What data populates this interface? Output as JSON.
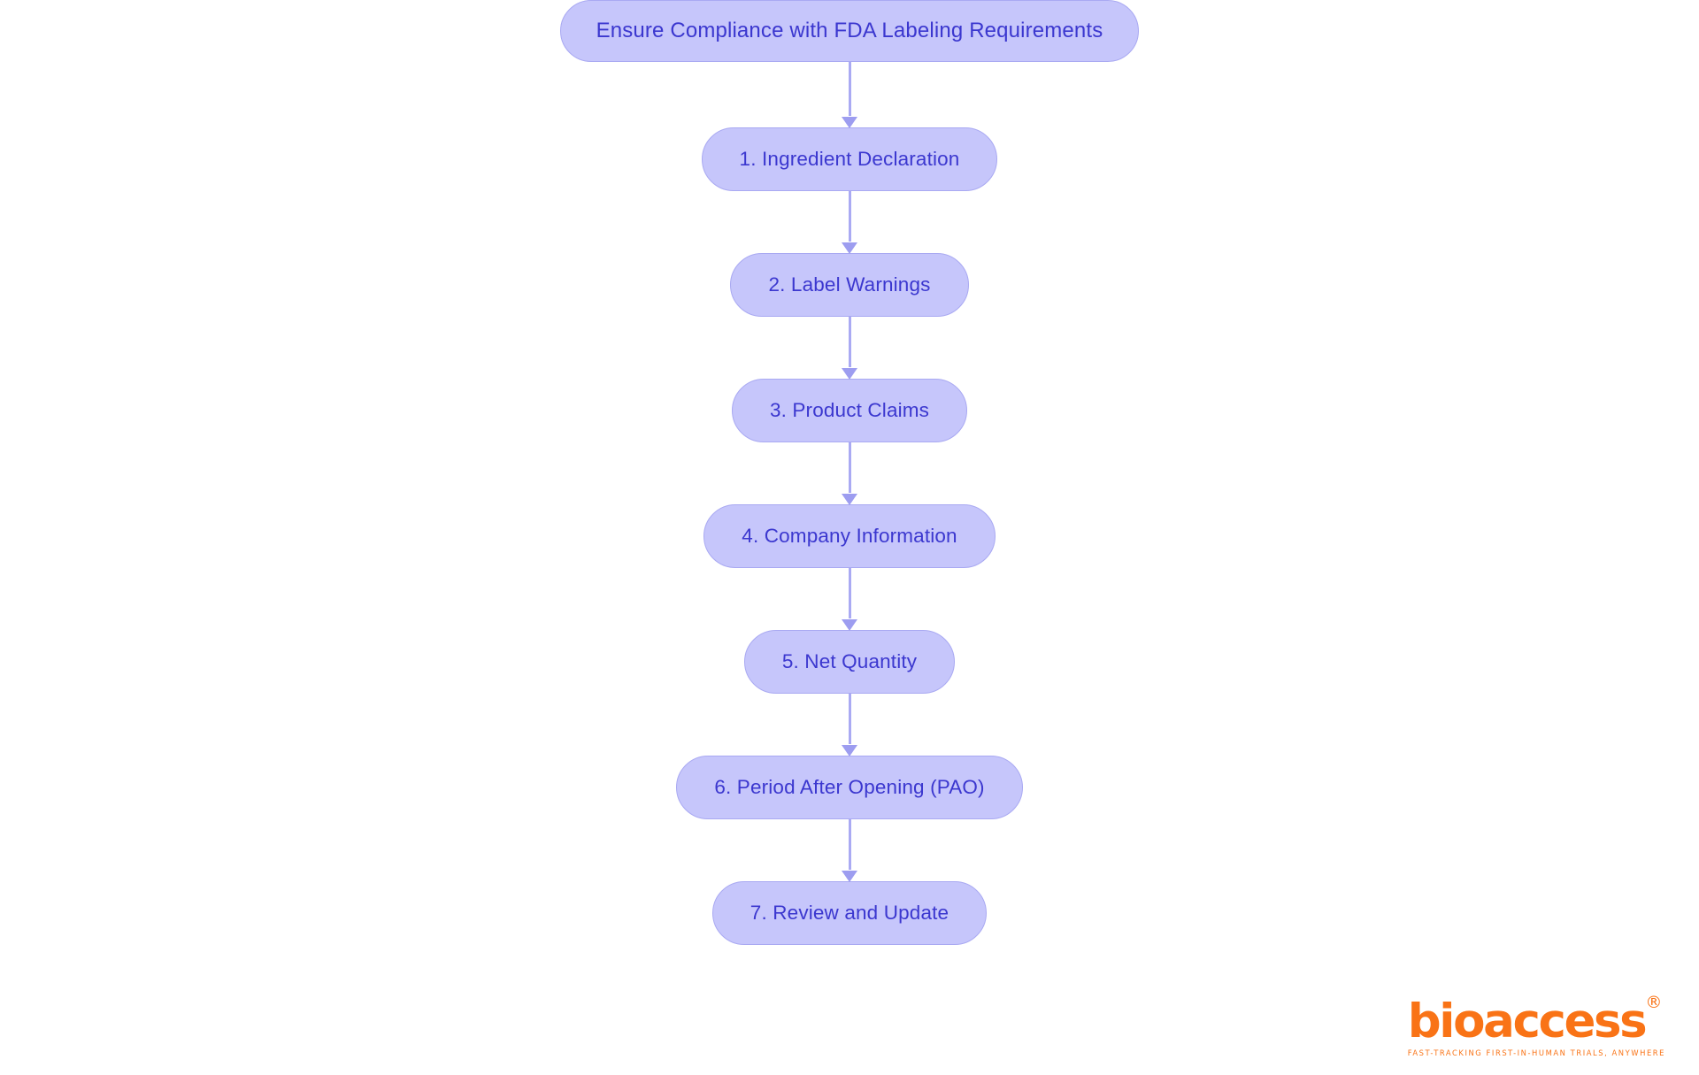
{
  "chart_data": {
    "type": "diagram",
    "diagram_type": "vertical-flowchart",
    "title": "Ensure Compliance with FDA Labeling Requirements",
    "orientation": "top-to-bottom",
    "node_count": 8,
    "nodes": [
      {
        "id": "root",
        "label": "Ensure Compliance with FDA Labeling Requirements",
        "step": null
      },
      {
        "id": "s1",
        "label": "1. Ingredient Declaration",
        "step": 1
      },
      {
        "id": "s2",
        "label": "2. Label Warnings",
        "step": 2
      },
      {
        "id": "s3",
        "label": "3. Product Claims",
        "step": 3
      },
      {
        "id": "s4",
        "label": "4. Company Information",
        "step": 4
      },
      {
        "id": "s5",
        "label": "5. Net Quantity",
        "step": 5
      },
      {
        "id": "s6",
        "label": "6. Period After Opening (PAO)",
        "step": 6
      },
      {
        "id": "s7",
        "label": "7. Review and Update",
        "step": 7
      }
    ],
    "edges": [
      {
        "from": "root",
        "to": "s1",
        "style": "solid-arrow"
      },
      {
        "from": "s1",
        "to": "s2",
        "style": "solid-arrow"
      },
      {
        "from": "s2",
        "to": "s3",
        "style": "solid-arrow"
      },
      {
        "from": "s3",
        "to": "s4",
        "style": "solid-arrow"
      },
      {
        "from": "s4",
        "to": "s5",
        "style": "solid-arrow"
      },
      {
        "from": "s5",
        "to": "s6",
        "style": "solid-arrow"
      },
      {
        "from": "s6",
        "to": "s7",
        "style": "solid-arrow"
      }
    ],
    "colors": {
      "node_fill": "#c6c6fb",
      "node_border": "#a9a9f2",
      "node_text": "#3b37cf",
      "connector": "#aaaaf3",
      "background": "#ffffff",
      "brand": "#f97316"
    }
  },
  "flow": {
    "title_node": "Ensure Compliance with FDA Labeling Requirements",
    "steps": [
      "1. Ingredient Declaration",
      "2. Label Warnings",
      "3. Product Claims",
      "4. Company Information",
      "5. Net Quantity",
      "6. Period After Opening (PAO)",
      "7. Review and Update"
    ]
  },
  "branding": {
    "wordmark": "bioaccess",
    "registered_mark": "®",
    "tagline": "FAST-TRACKING FIRST-IN-HUMAN TRIALS, ANYWHERE"
  }
}
